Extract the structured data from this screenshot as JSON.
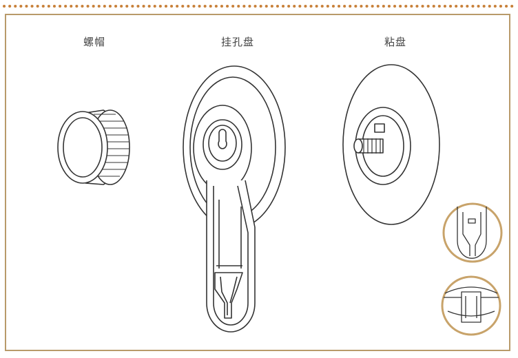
{
  "labels": {
    "nut_cap": "螺帽",
    "hanging_plate": "挂孔盘",
    "adhesive_plate": "粘盘"
  },
  "colors": {
    "border": "#b89a6a",
    "dots": "#c8813a",
    "line": "#333333",
    "detail_ring": "#c8a36a"
  }
}
